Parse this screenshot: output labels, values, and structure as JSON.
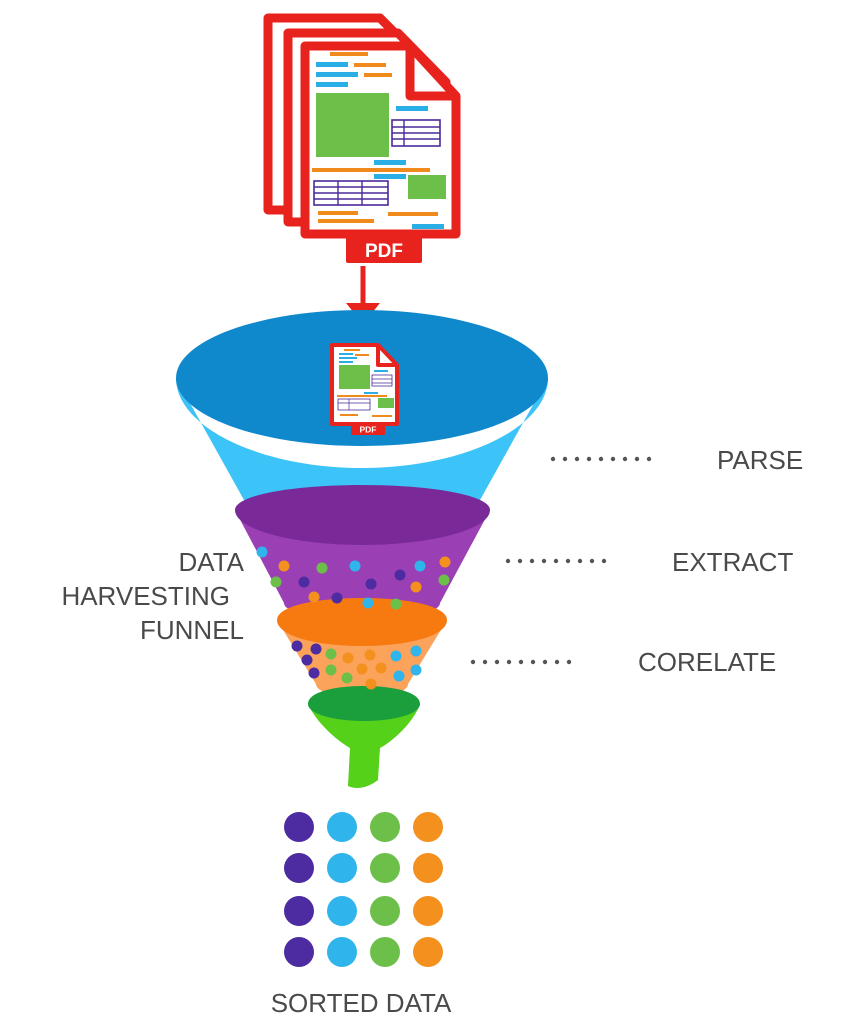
{
  "document": {
    "badge_text": "PDF",
    "small_badge_text": "PDF"
  },
  "funnel": {
    "side_label_lines": [
      "DATA",
      "HARVESTING",
      "FUNNEL"
    ]
  },
  "stages": [
    {
      "label": "PARSE"
    },
    {
      "label": "EXTRACT"
    },
    {
      "label": "CORELATE"
    }
  ],
  "output": {
    "label": "SORTED DATA"
  },
  "colors": {
    "document_red": "#e8231e",
    "doc_green": "#6cc04a",
    "doc_blue": "#29aee6",
    "doc_orange": "#f08a1c",
    "doc_purple": "#4a2a9a",
    "funnel_top": "#1088cc",
    "funnel_stage1": "#3cc3f7",
    "funnel_stage2": "#9b3fb5",
    "funnel_stage2_rim": "#7a2a98",
    "funnel_stage3": "#fba35a",
    "funnel_stage3_rim": "#f77a10",
    "funnel_spout": "#55d11a",
    "funnel_spout_rim": "#1a9f3c",
    "dot_purple": "#4c2ca0",
    "dot_blue": "#2fb5ec",
    "dot_green": "#6cc04a",
    "dot_orange": "#f4901e",
    "leader": "#555555"
  }
}
